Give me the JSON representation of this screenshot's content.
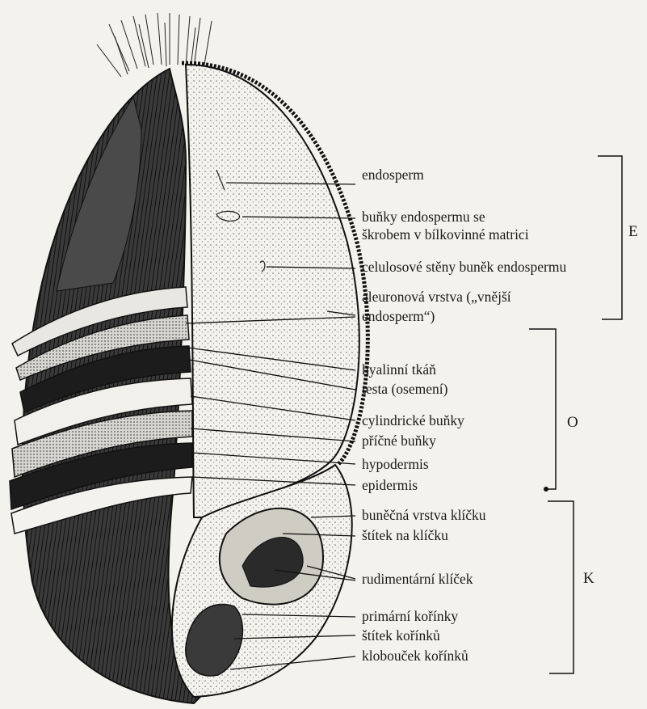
{
  "labels": {
    "endosperm": "endosperm",
    "starch_cells_1": "buňky endospermu  se",
    "starch_cells_2": "škrobem v bílkovinné matrici",
    "cell_walls": "celulosové stěny buněk endospermu",
    "aleurone_1": "aleuronová vrstva („vnější",
    "aleurone_2": "endosperm“)",
    "hyaline": "hyalinní tkáň",
    "testa": "testa (osemení)",
    "cylinder_cells": "cylindrické buňky",
    "cross_cells": "příčné buňky",
    "hypodermis": "hypodermis",
    "epidermis": "epidermis",
    "germ_layer": "buněčná vrstva klíčku",
    "scutellum": "štítek na klíčku",
    "rudimentary_germ": "rudimentární klíček",
    "primary_roots": "primární kořínky",
    "root_sheath": "štítek kořínků",
    "root_cap": "klobouček kořínků"
  },
  "groups": {
    "E": "E",
    "O": "O",
    "K": "K"
  },
  "colors": {
    "ink": "#1a1a1a",
    "paper": "#f4f2ec"
  }
}
